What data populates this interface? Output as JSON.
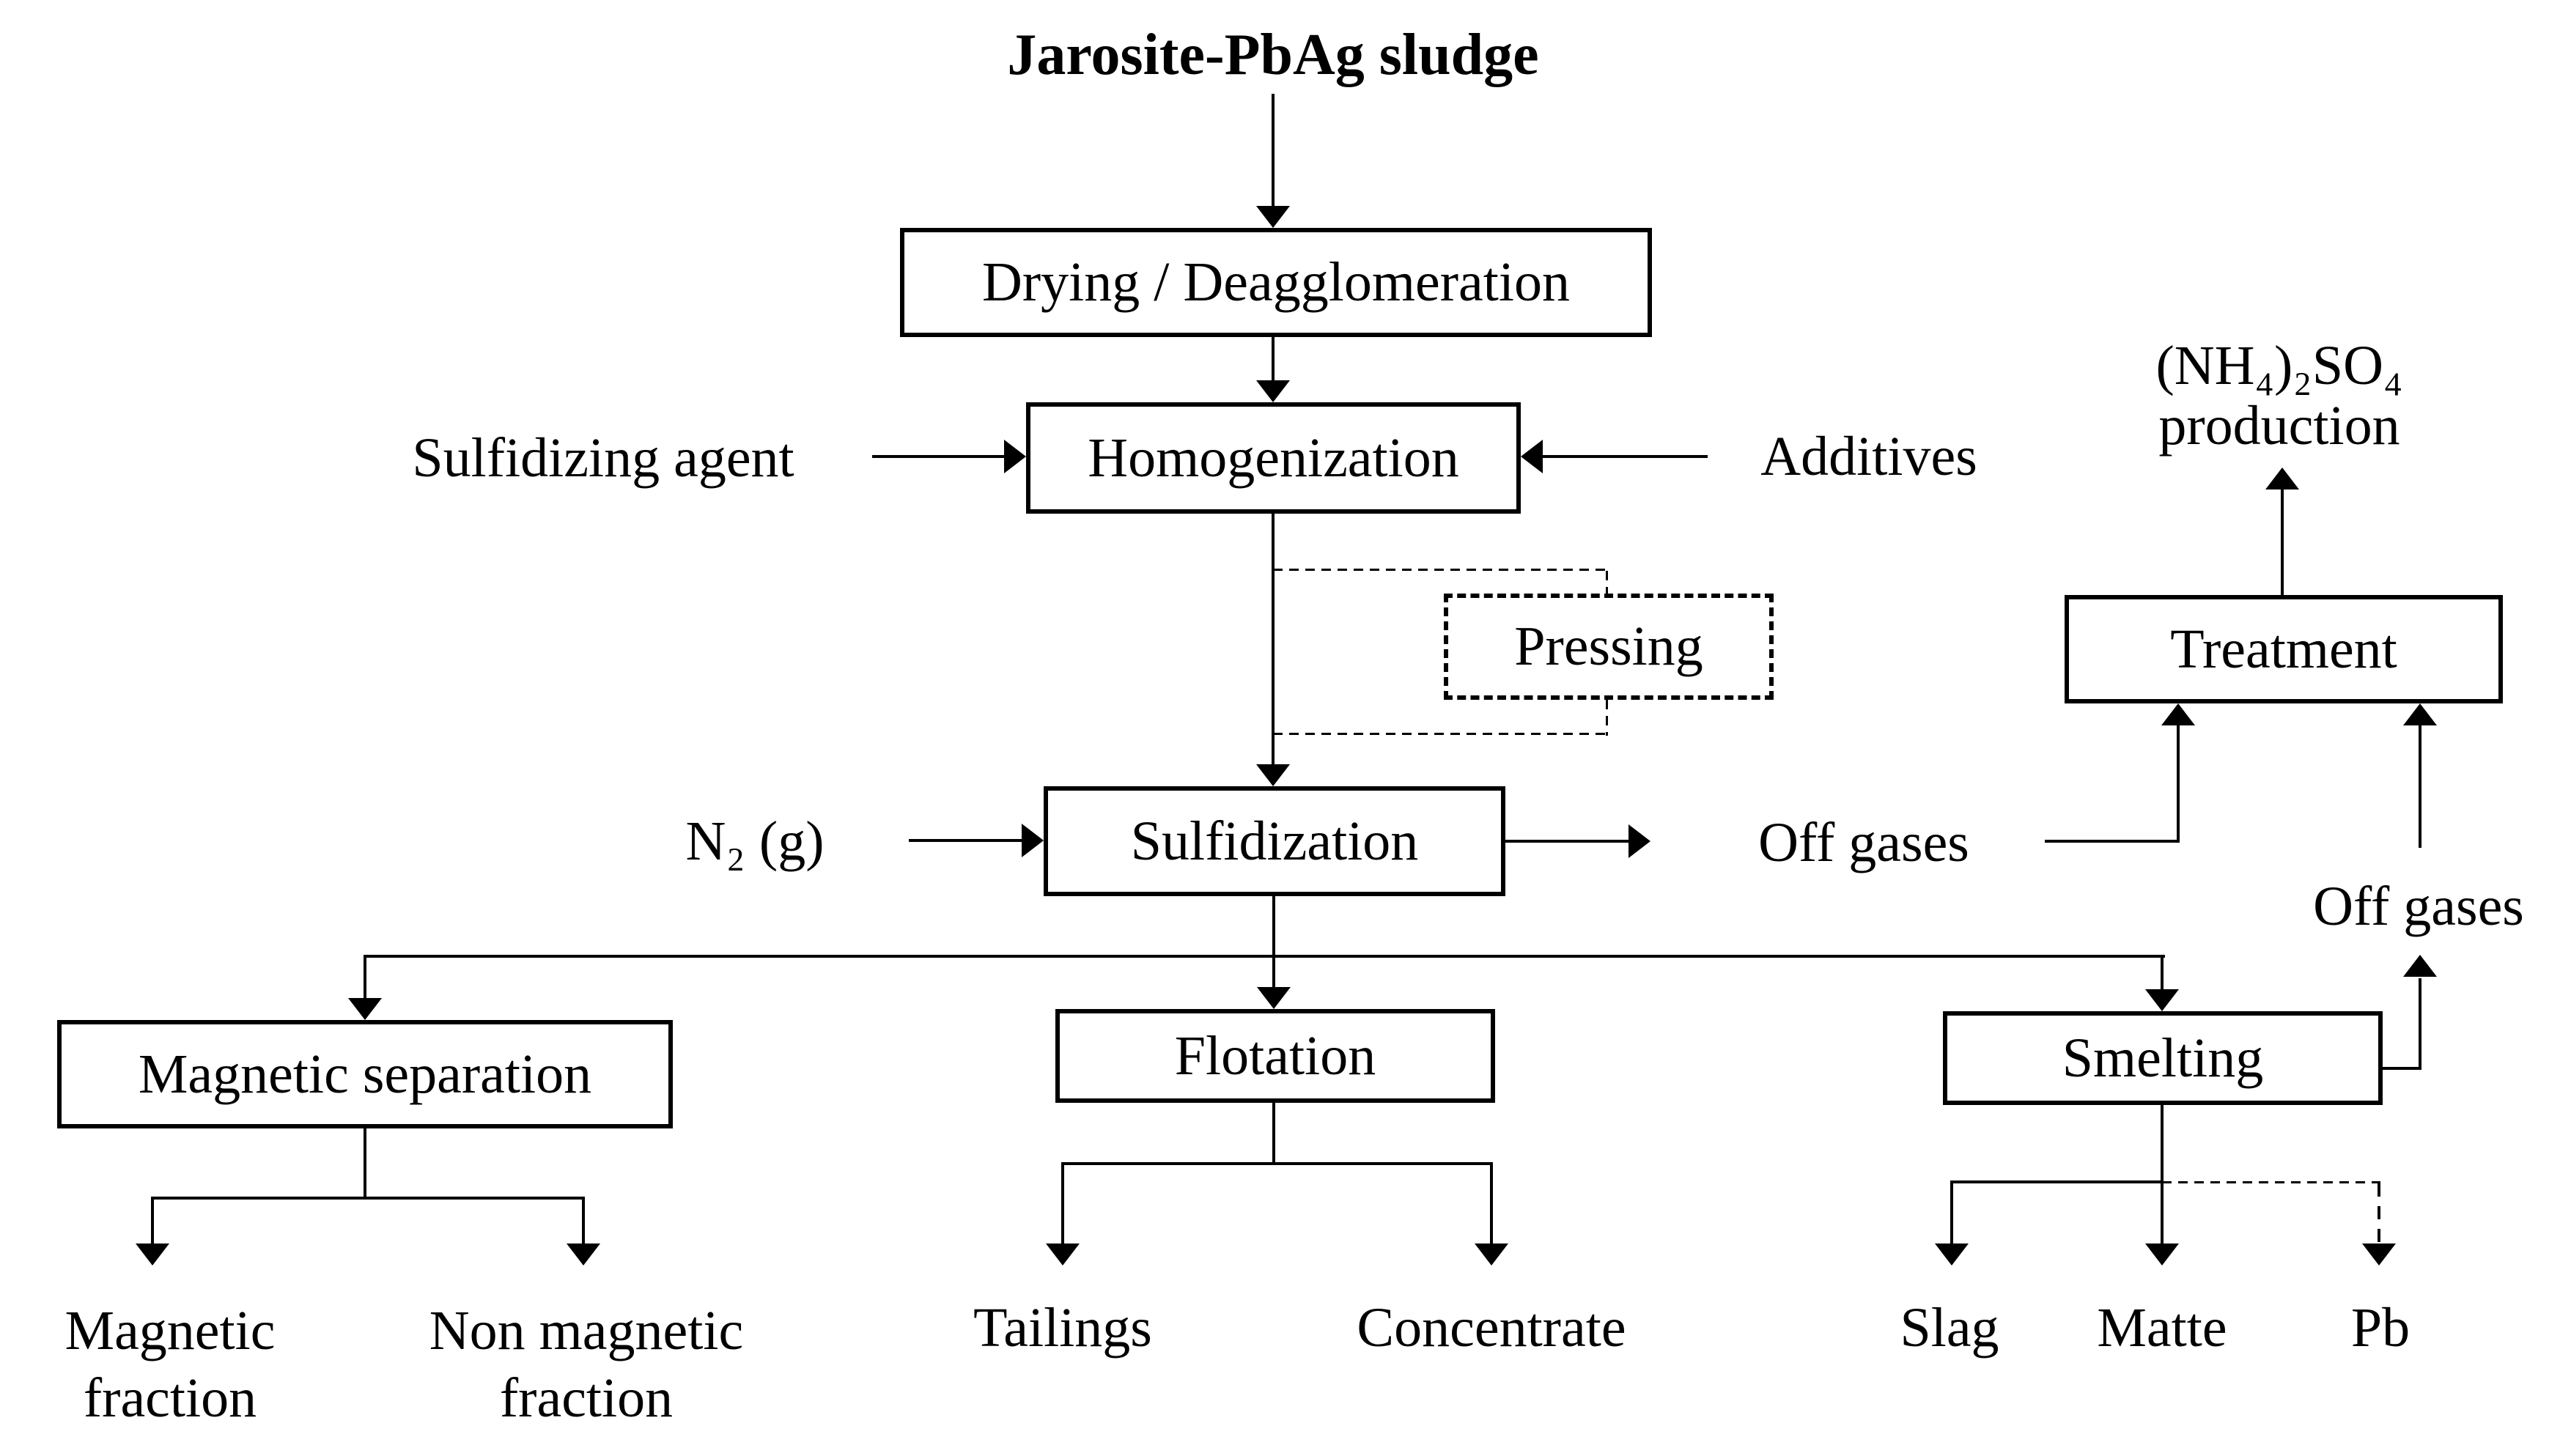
{
  "diagram": {
    "title": "Jarosite-PbAg sludge",
    "nodes": {
      "drying": "Drying / Deagglomeration",
      "homogenization": "Homogenization",
      "pressing": "Pressing",
      "sulfidization": "Sulfidization",
      "treatment": "Treatment",
      "magnetic_separation": "Magnetic separation",
      "flotation": "Flotation",
      "smelting": "Smelting"
    },
    "inputs": {
      "sulfidizing_agent": "Sulfidizing agent",
      "additives": "Additives",
      "n2_gas": "N₂ (g)"
    },
    "streams": {
      "off_gases_sulfidization": "Off gases",
      "off_gases_smelting": "Off gases",
      "ammonium_sulfate": "(NH₄)₂SO₄",
      "ammonium_sulfate_line2": "production"
    },
    "outputs": {
      "magnetic_fraction_line1": "Magnetic",
      "magnetic_fraction_line2": "fraction",
      "non_magnetic_fraction_line1": "Non magnetic",
      "non_magnetic_fraction_line2": "fraction",
      "tailings": "Tailings",
      "concentrate": "Concentrate",
      "slag": "Slag",
      "matte": "Matte",
      "pb": "Pb"
    },
    "colors": {
      "line": "#000000",
      "background": "#ffffff"
    }
  }
}
